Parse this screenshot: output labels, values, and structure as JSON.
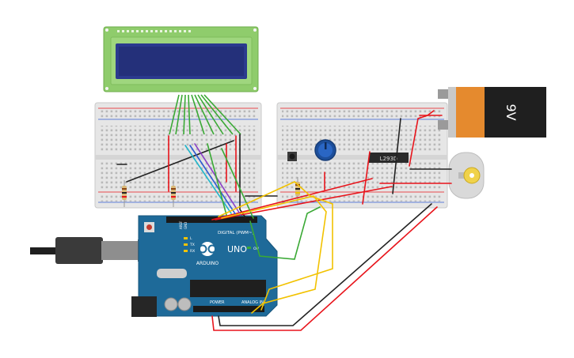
{
  "battery": {
    "label": "9V"
  },
  "regulator": {
    "label": "L293D"
  },
  "arduino": {
    "brand": "ARDUINO",
    "model": "UNO",
    "digital_label": "DIGITAL (PWM~)",
    "power_label": "POWER",
    "analog_label": "ANALOG IN",
    "aref_label": "AREF",
    "gnd_label": "GND",
    "led_l": "L",
    "led_tx": "TX",
    "led_rx": "RX",
    "on_label": "ON"
  },
  "colors": {
    "wire_red": "#e8141b",
    "wire_black": "#222222",
    "wire_green": "#3aa935",
    "wire_yellow": "#f2c200",
    "wire_blue": "#2f5bd3",
    "wire_purple": "#8a3fc7",
    "wire_cyan": "#20b5c9",
    "arduino_board": "#1e6a99",
    "lcd_pcb": "#8fcc6c",
    "lcd_screen": "#2b3a8e",
    "battery_orange": "#e58a2e",
    "breadboard": "#e9e9e9"
  }
}
